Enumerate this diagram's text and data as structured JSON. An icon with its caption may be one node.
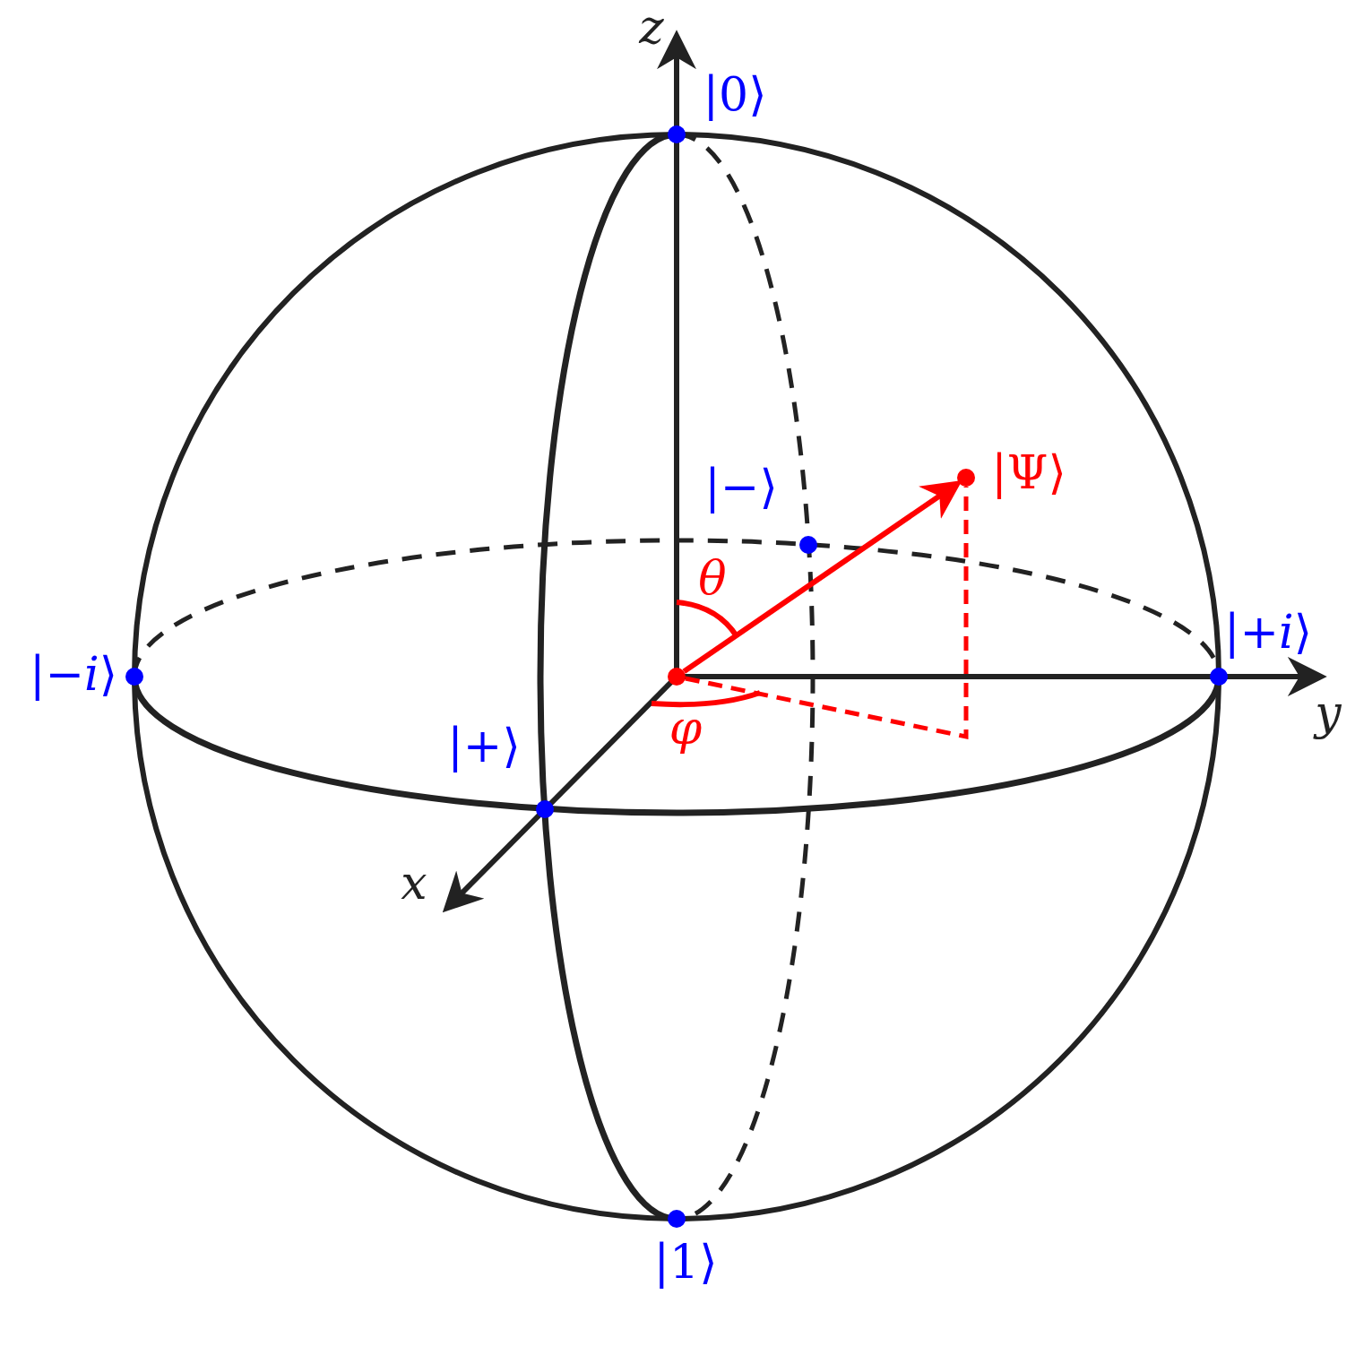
{
  "diagram": {
    "nodes": [
      {
        "text": [],
        "shape": "circle"
      },
      {
        "text": [],
        "shape": "circle"
      }
    ],
    "edges": [
      {
        "from": 0,
        "to": 1,
        "arrow": "to",
        "color": "#ff0000"
      },
      {
        "from": 0,
        "to": 1,
        "arrow": "none",
        "style": "dashed",
        "color": "#ff0000"
      }
    ],
    "labels": [
      "z",
      "|0⟩",
      "|Ψ⟩",
      "|−⟩",
      "θ",
      "|−*i*⟩",
      "|+*i*⟩",
      "y",
      "φ",
      "|+⟩",
      "x",
      "|1⟩"
    ]
  }
}
